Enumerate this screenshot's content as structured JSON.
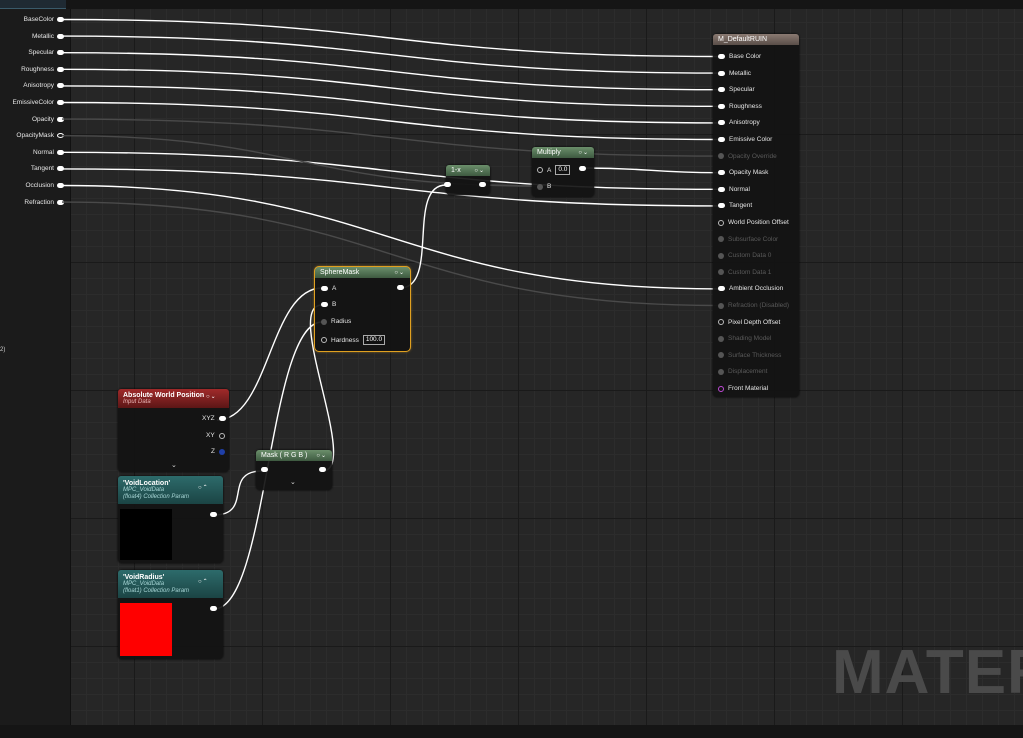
{
  "input_pins": [
    {
      "label": "BaseColor",
      "hollow": false
    },
    {
      "label": "Metallic",
      "hollow": false
    },
    {
      "label": "Specular",
      "hollow": false
    },
    {
      "label": "Roughness",
      "hollow": false
    },
    {
      "label": "Anisotropy",
      "hollow": false
    },
    {
      "label": "EmissiveColor",
      "hollow": false
    },
    {
      "label": "Opacity",
      "hollow": false
    },
    {
      "label": "OpacityMask",
      "hollow": true
    },
    {
      "label": "Normal",
      "hollow": false
    },
    {
      "label": "Tangent",
      "hollow": false
    },
    {
      "label": "Occlusion",
      "hollow": false
    },
    {
      "label": "Refraction",
      "hollow": false
    }
  ],
  "side_fragment": "2)",
  "material_node": {
    "title": "M_DefaultRUIN",
    "pins": [
      {
        "label": "Base Color",
        "state": "active"
      },
      {
        "label": "Metallic",
        "state": "active"
      },
      {
        "label": "Specular",
        "state": "active"
      },
      {
        "label": "Roughness",
        "state": "active"
      },
      {
        "label": "Anisotropy",
        "state": "active"
      },
      {
        "label": "Emissive Color",
        "state": "active"
      },
      {
        "label": "Opacity Override",
        "state": "disabled"
      },
      {
        "label": "Opacity Mask",
        "state": "active"
      },
      {
        "label": "Normal",
        "state": "active"
      },
      {
        "label": "Tangent",
        "state": "active"
      },
      {
        "label": "World Position Offset",
        "state": "hollow"
      },
      {
        "label": "Subsurface Color",
        "state": "disabled"
      },
      {
        "label": "Custom Data 0",
        "state": "disabled"
      },
      {
        "label": "Custom Data 1",
        "state": "disabled"
      },
      {
        "label": "Ambient Occlusion",
        "state": "active"
      },
      {
        "label": "Refraction (Disabled)",
        "state": "disabled"
      },
      {
        "label": "Pixel Depth Offset",
        "state": "hollow"
      },
      {
        "label": "Shading Model",
        "state": "disabled"
      },
      {
        "label": "Surface Thickness",
        "state": "disabled"
      },
      {
        "label": "Displacement",
        "state": "disabled"
      },
      {
        "label": "Front Material",
        "state": "purple"
      }
    ]
  },
  "one_minus": {
    "title": "1-x"
  },
  "multiply": {
    "title": "Multiply",
    "pin_a": "A",
    "a_value": "0.0",
    "pin_b": "B"
  },
  "sphere_mask": {
    "title": "SphereMask",
    "pin_a": "A",
    "pin_b": "B",
    "pin_radius": "Radius",
    "pin_hardness": "Hardness",
    "hardness_value": "100.0"
  },
  "abs_world_pos": {
    "title": "Absolute World Position",
    "subtitle": "Input Data",
    "out_xyz": "XYZ",
    "out_xy": "XY",
    "out_z": "Z"
  },
  "mask_rgb": {
    "title": "Mask ( R G B )"
  },
  "void_location": {
    "title": "'VoidLocation'",
    "sub1": "MPC_VoidData",
    "sub2": "(float4) Collection Param",
    "swatch": "#000000"
  },
  "void_radius": {
    "title": "'VoidRadius'",
    "sub1": "MPC_VoidData",
    "sub2": "(float1) Collection Param",
    "swatch": "#ff0000"
  },
  "watermark": "MATER",
  "colors": {
    "wire": "#ffffff",
    "wire_dim": "#4a4a4a",
    "selection": "#e0a020"
  }
}
